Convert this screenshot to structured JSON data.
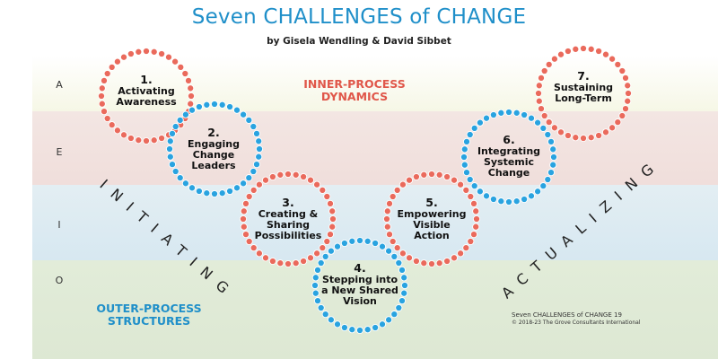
{
  "title": "Seven CHALLENGES of CHANGE",
  "subtitle": "by Gisela Wendling & David Sibbet",
  "side_letters": [
    "A",
    "E",
    "I",
    "O"
  ],
  "inner_label": "INNER-PROCESS\nDYNAMICS",
  "outer_label": "OUTER-PROCESS\nSTRUCTURES",
  "diagonal_words": {
    "left": "INITIATING",
    "right": "ACTUALIZING"
  },
  "challenges": [
    {
      "num": "1.",
      "text": "Activating\nAwareness",
      "ring": "red"
    },
    {
      "num": "2.",
      "text": "Engaging\nChange\nLeaders",
      "ring": "blue"
    },
    {
      "num": "3.",
      "text": "Creating &\nSharing\nPossibilities",
      "ring": "red"
    },
    {
      "num": "4.",
      "text": "Stepping into\na New Shared\nVision",
      "ring": "blue"
    },
    {
      "num": "5.",
      "text": "Empowering\nVisible\nAction",
      "ring": "red"
    },
    {
      "num": "6.",
      "text": "Integrating\nSystemic\nChange",
      "ring": "blue"
    },
    {
      "num": "7.",
      "text": "Sustaining\nLong-Term",
      "ring": "red"
    }
  ],
  "credit_line1": "Seven CHALLENGES of CHANGE 19",
  "credit_line2": "© 2018-23 The Grove Consultants International",
  "colors": {
    "blue": "#29a3e0",
    "red": "#ea6a5c",
    "title": "#1f8fc9"
  }
}
